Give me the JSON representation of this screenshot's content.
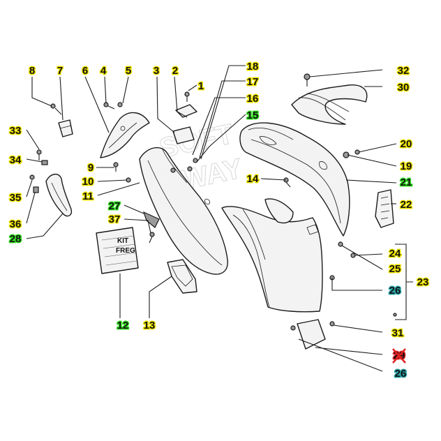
{
  "colors": {
    "yellow": "#f0e400",
    "green": "#33dd22",
    "teal": "#2aa5a8",
    "red": "#e02020",
    "line": "#1a1a1a"
  },
  "callouts": [
    {
      "id": "1",
      "color": "yellow"
    },
    {
      "id": "2",
      "color": "yellow"
    },
    {
      "id": "3",
      "color": "yellow"
    },
    {
      "id": "4",
      "color": "yellow"
    },
    {
      "id": "5",
      "color": "yellow"
    },
    {
      "id": "6",
      "color": "yellow"
    },
    {
      "id": "7",
      "color": "yellow"
    },
    {
      "id": "8",
      "color": "yellow"
    },
    {
      "id": "9",
      "color": "yellow"
    },
    {
      "id": "10",
      "color": "yellow"
    },
    {
      "id": "11",
      "color": "yellow"
    },
    {
      "id": "12",
      "color": "green"
    },
    {
      "id": "13",
      "color": "yellow"
    },
    {
      "id": "14",
      "color": "yellow"
    },
    {
      "id": "15",
      "color": "green"
    },
    {
      "id": "16",
      "color": "yellow"
    },
    {
      "id": "17",
      "color": "yellow"
    },
    {
      "id": "18",
      "color": "yellow"
    },
    {
      "id": "19",
      "color": "yellow"
    },
    {
      "id": "20",
      "color": "yellow"
    },
    {
      "id": "21",
      "color": "green"
    },
    {
      "id": "22",
      "color": "yellow"
    },
    {
      "id": "23",
      "color": "yellow"
    },
    {
      "id": "24",
      "color": "yellow"
    },
    {
      "id": "25",
      "color": "yellow"
    },
    {
      "id": "26",
      "color": "teal"
    },
    {
      "id": "26b",
      "text": "26",
      "color": "teal"
    },
    {
      "id": "27",
      "color": "green"
    },
    {
      "id": "28",
      "color": "green"
    },
    {
      "id": "29",
      "color": "red"
    },
    {
      "id": "30",
      "color": "yellow"
    },
    {
      "id": "31",
      "color": "yellow"
    },
    {
      "id": "32",
      "color": "yellow"
    },
    {
      "id": "33",
      "color": "yellow"
    },
    {
      "id": "34",
      "color": "yellow"
    },
    {
      "id": "35",
      "color": "yellow"
    },
    {
      "id": "36",
      "color": "yellow"
    },
    {
      "id": "37",
      "color": "yellow"
    }
  ],
  "bag_label": {
    "line1": "KIT",
    "line2": "FREG"
  },
  "watermark": {
    "line1": "SOFT",
    "line2": "WAY"
  }
}
